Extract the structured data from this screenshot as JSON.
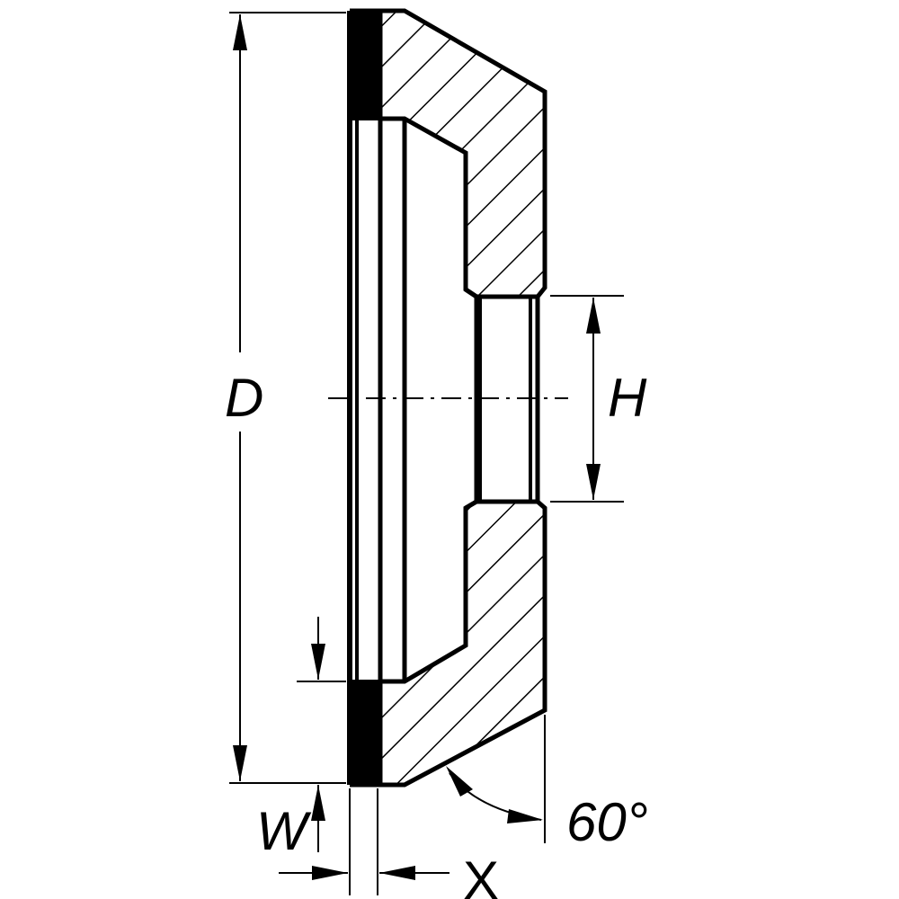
{
  "drawing": {
    "labels": {
      "diameter": "D",
      "bore": "H",
      "width": "W",
      "x": "X",
      "angle": "60°"
    },
    "colors": {
      "line": "#000000",
      "background": "#ffffff"
    }
  }
}
